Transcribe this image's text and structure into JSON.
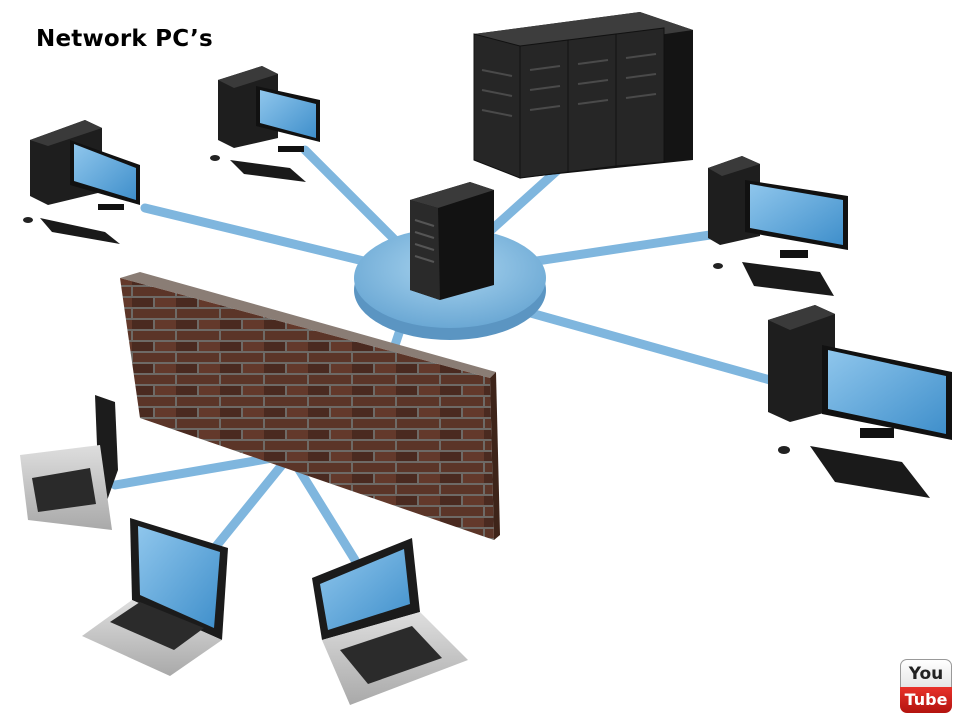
{
  "slide": {
    "title": "Network PC’s"
  },
  "badge": {
    "top_text": "You",
    "bottom_text": "Tube",
    "bottom_color": "#d0201b"
  },
  "colors": {
    "cable": "#7fb6de",
    "hub": "#8cc3e6",
    "screen": "#5aa3d6",
    "brick": "#5b3528",
    "tower": "#1e1e1e"
  }
}
